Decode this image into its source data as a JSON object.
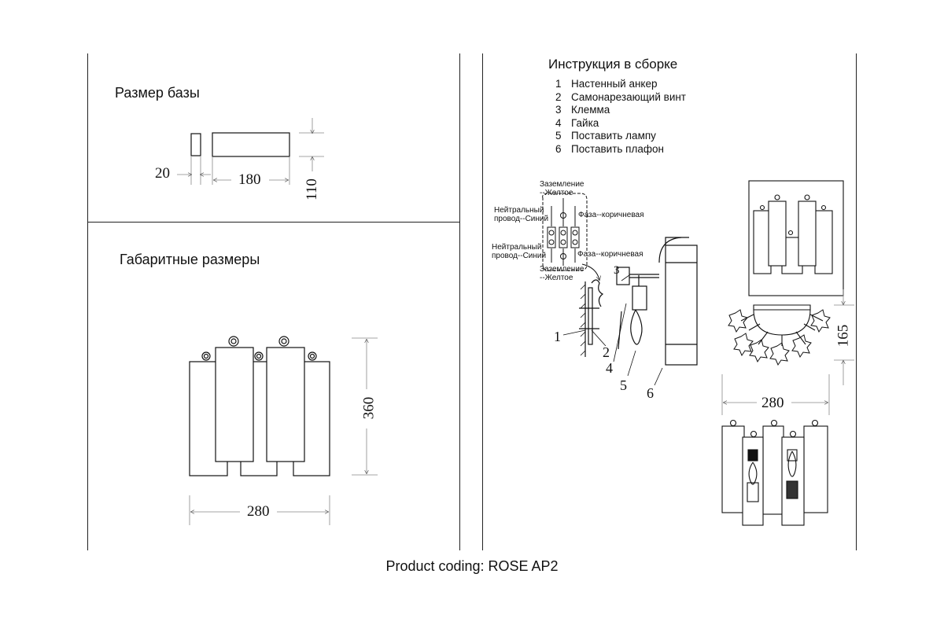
{
  "left_panel": {
    "base_heading": "Размер базы",
    "base_dims": {
      "depth": "20",
      "width": "180",
      "height": "110"
    },
    "overall_heading": "Габаритные размеры",
    "overall_dims": {
      "height": "360",
      "width": "280"
    }
  },
  "right_panel": {
    "heading": "Инструкция в сборке",
    "steps": [
      {
        "num": "1",
        "text": "Настенный анкер"
      },
      {
        "num": "2",
        "text": "Самонарезающий винт"
      },
      {
        "num": "3",
        "text": "Клемма"
      },
      {
        "num": "4",
        "text": "Гайка"
      },
      {
        "num": "5",
        "text": "Поставить лампу"
      },
      {
        "num": "6",
        "text": "Поставить плафон"
      }
    ],
    "wiring": {
      "ground_top": "Заземление\n--Желтое",
      "neutral_top": "Нейтральный\nпровод--Синий",
      "phase_top": "Фаза--коричневая",
      "neutral_bottom": "Нейтральный\nпровод--Синий",
      "phase_bottom": "Фаза--коричневая",
      "ground_bottom": "Заземление\n--Желтое"
    },
    "callouts": [
      "1",
      "2",
      "3",
      "4",
      "5",
      "6"
    ],
    "side_dims": {
      "height": "165",
      "width": "280"
    }
  },
  "footer": {
    "product_coding": "Product coding: ROSE AP2"
  }
}
